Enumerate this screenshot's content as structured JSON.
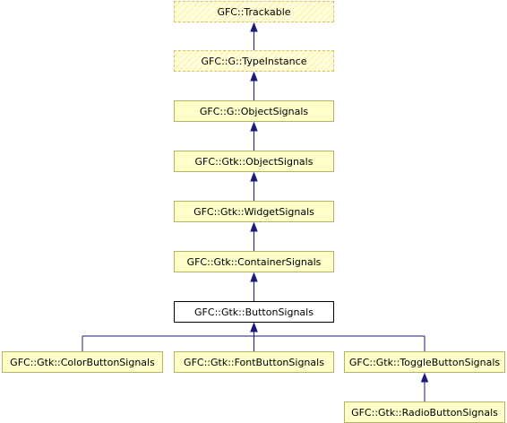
{
  "diagram": {
    "nodes": {
      "trackable": {
        "label": "GFC::Trackable",
        "style": "dashed"
      },
      "type_instance": {
        "label": "GFC::G::TypeInstance",
        "style": "dashed"
      },
      "g_object_signals": {
        "label": "GFC::G::ObjectSignals",
        "style": "normal"
      },
      "gtk_object_signals": {
        "label": "GFC::Gtk::ObjectSignals",
        "style": "normal"
      },
      "widget_signals": {
        "label": "GFC::Gtk::WidgetSignals",
        "style": "normal"
      },
      "container_signals": {
        "label": "GFC::Gtk::ContainerSignals",
        "style": "normal"
      },
      "button_signals": {
        "label": "GFC::Gtk::ButtonSignals",
        "style": "current"
      },
      "color_button_signals": {
        "label": "GFC::Gtk::ColorButtonSignals",
        "style": "normal"
      },
      "font_button_signals": {
        "label": "GFC::Gtk::FontButtonSignals",
        "style": "normal"
      },
      "toggle_button_signals": {
        "label": "GFC::Gtk::ToggleButtonSignals",
        "style": "normal"
      },
      "radio_button_signals": {
        "label": "GFC::Gtk::RadioButtonSignals",
        "style": "normal"
      }
    },
    "edges": [
      {
        "from": "type_instance",
        "to": "trackable"
      },
      {
        "from": "g_object_signals",
        "to": "type_instance"
      },
      {
        "from": "gtk_object_signals",
        "to": "g_object_signals"
      },
      {
        "from": "widget_signals",
        "to": "gtk_object_signals"
      },
      {
        "from": "container_signals",
        "to": "widget_signals"
      },
      {
        "from": "button_signals",
        "to": "container_signals"
      },
      {
        "from": "color_button_signals",
        "to": "button_signals"
      },
      {
        "from": "font_button_signals",
        "to": "button_signals"
      },
      {
        "from": "toggle_button_signals",
        "to": "button_signals"
      },
      {
        "from": "radio_button_signals",
        "to": "toggle_button_signals"
      }
    ],
    "colors": {
      "edge": "#1a1a80",
      "node_fill": "#ffffcc",
      "node_border": "#b6b65a",
      "current_border": "#000000"
    }
  }
}
